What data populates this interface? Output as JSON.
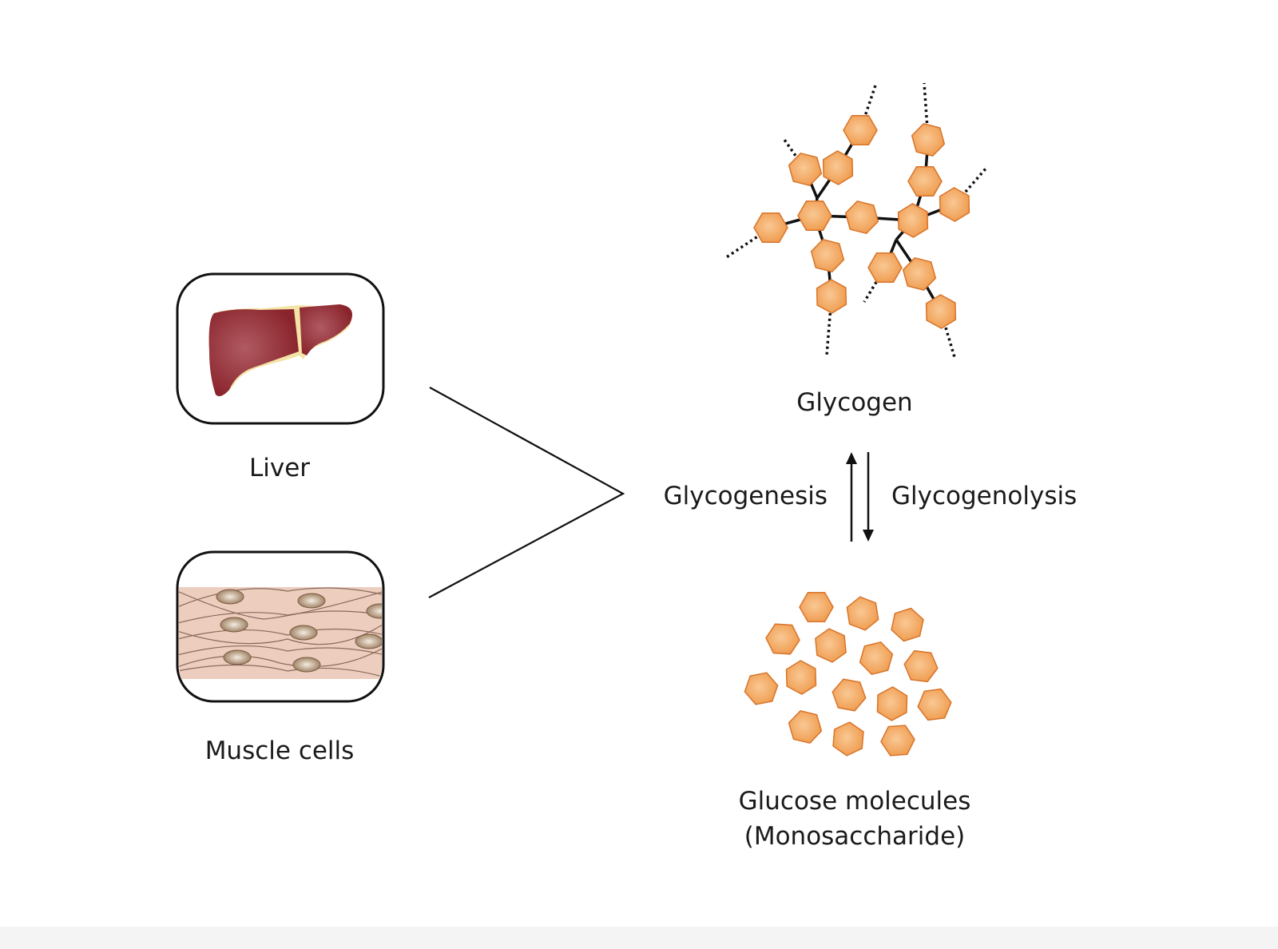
{
  "labels": {
    "liver": "Liver",
    "muscle": "Muscle cells",
    "glycogen": "Glycogen",
    "glycogenesis": "Glycogenesis",
    "glycogenolysis": "Glycogenolysis",
    "glucose_line1": "Glucose molecules",
    "glucose_line2": "(Monosaccharide)"
  },
  "colors": {
    "glucose_fill": "#f0a055",
    "glucose_stroke": "#d8742a",
    "liver": "#8e2a30",
    "muscle": "#ecc9b8",
    "nucleus": "#a58a6e"
  }
}
